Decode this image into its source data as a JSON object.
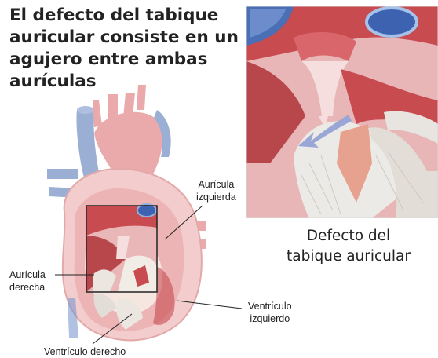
{
  "title_lines": [
    "El defecto del tabique",
    "auricular consiste en un",
    "agujero entre ambas",
    "aurículas"
  ],
  "zoom_caption": [
    "Defecto del",
    "tabique auricular"
  ],
  "labels": {
    "auricula_izquierda": [
      "Aurícula",
      "izquierda"
    ],
    "auricula_derecha": [
      "Aurícula",
      "derecha"
    ],
    "ventriculo_izquierdo": [
      "Ventrículo",
      "izquierdo"
    ],
    "ventriculo_derecho": "Ventrículo derecho"
  },
  "colors": {
    "heart_red": "#d9666a",
    "muscle": "#c84b50",
    "vessel_blue": "#4a6fb4",
    "pale_heart": "#f0c4c4",
    "valve": "#e8e4e0",
    "arrow": "#9aa6d6"
  }
}
